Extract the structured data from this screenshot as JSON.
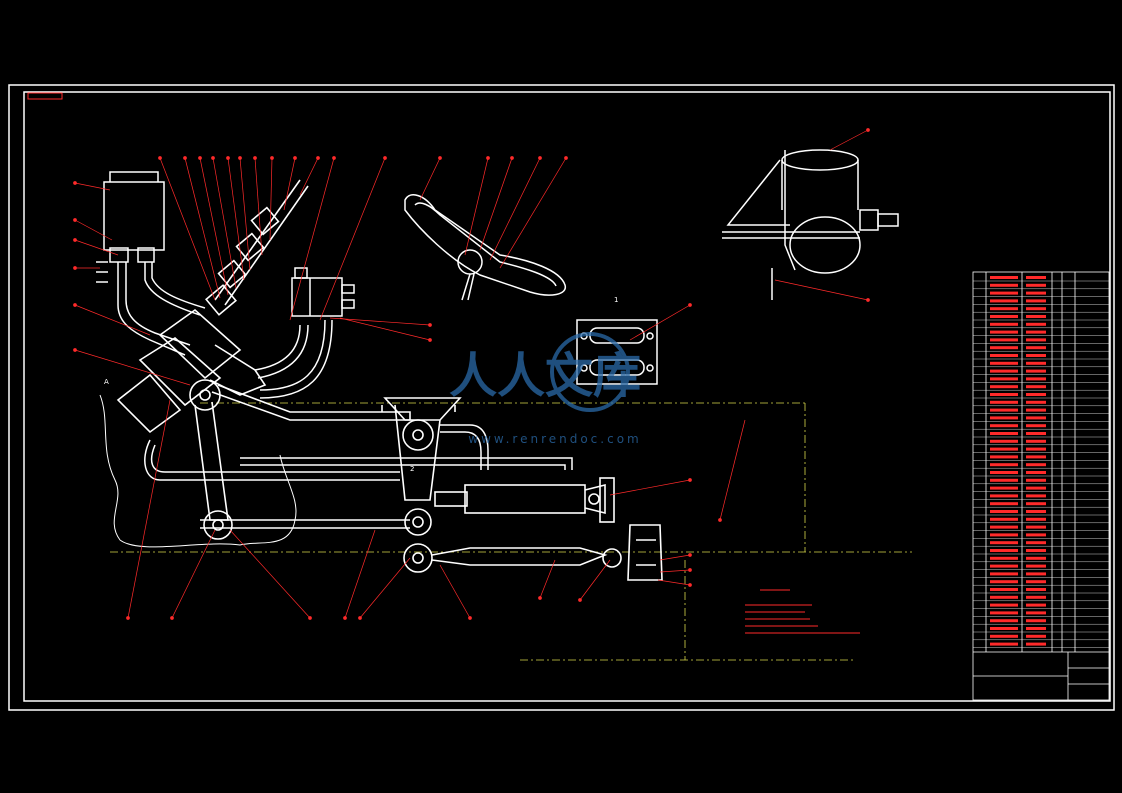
{
  "drawing": {
    "sheet_tag": "",
    "view_label_1": "1",
    "view_label_2": "2",
    "section_mark": "A"
  },
  "watermark": {
    "brand": "人人文库",
    "url": "www.renrendoc.com"
  },
  "colors": {
    "background": "#000000",
    "lines": "#ffffff",
    "leaders": "#ff2a2a",
    "centerline": "#d8d84a",
    "watermark": "#2a6aa8"
  }
}
